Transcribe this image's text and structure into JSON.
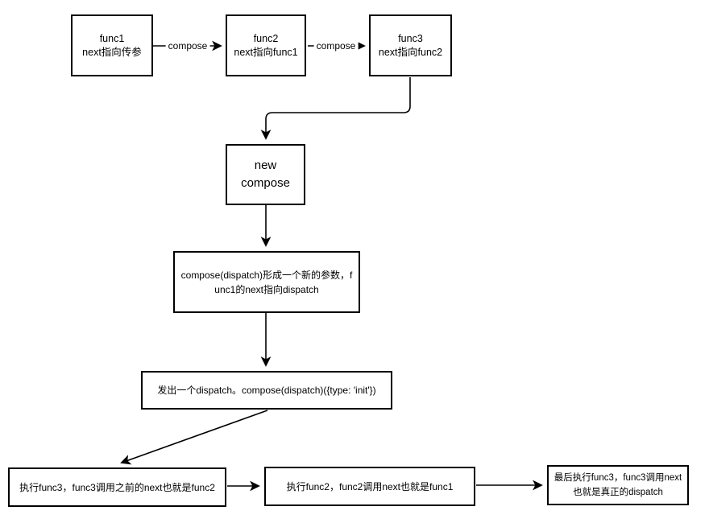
{
  "diagram": {
    "colors": {
      "stroke": "#000000",
      "node_fill": "#ffffff",
      "background": "#ffffff"
    },
    "nodes": {
      "func1": {
        "lines": [
          "func1",
          "next指向传参"
        ]
      },
      "func2": {
        "lines": [
          "func2",
          "next指向func1"
        ]
      },
      "func3": {
        "lines": [
          "func3",
          "next指向func2"
        ]
      },
      "new_compose": {
        "lines": [
          "new",
          "compose"
        ]
      },
      "compose_dispatch": {
        "lines": [
          "compose(dispatch)形成一个新的参数，f",
          "unc1的next指向dispatch"
        ]
      },
      "dispatch_call": {
        "lines": [
          "发出一个dispatch。compose(dispatch)({type: 'init'})"
        ]
      },
      "exec_func3": {
        "lines": [
          "执行func3，func3调用之前的next也就是func2"
        ]
      },
      "exec_func2": {
        "lines": [
          "执行func2，func2调用next也就是func1"
        ]
      },
      "exec_final": {
        "lines": [
          "最后执行func3，func3调用next",
          "也就是真正的dispatch"
        ]
      }
    },
    "edge_labels": {
      "compose1": "compose",
      "compose2": "compose"
    }
  }
}
